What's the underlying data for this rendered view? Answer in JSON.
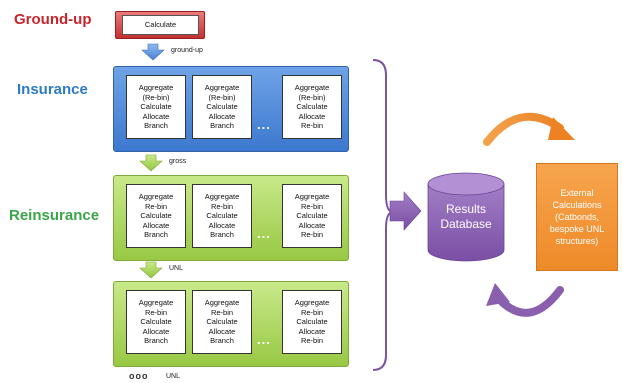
{
  "labels": {
    "ground_up": "Ground-up",
    "insurance": "Insurance",
    "reinsurance": "Reinsurance"
  },
  "colors": {
    "ground_up": "#c8252b",
    "insurance": "#2e7bc4",
    "reinsurance": "#3aa64a",
    "results_db": "#8a5fae",
    "external": "#f0902f"
  },
  "calculate_box": "Calculate",
  "flows": {
    "ground_up": "ground-up",
    "gross": "gross",
    "unl_1": "UNL",
    "unl_2": "UNL"
  },
  "insurance_cards": [
    [
      "Aggregate",
      "(Re-bin)",
      "Calculate",
      "Allocate",
      "Branch"
    ],
    [
      "Aggregate",
      "(Re-bin)",
      "Calculate",
      "Allocate",
      "Branch"
    ],
    [
      "Aggregate",
      "(Re-bin)",
      "Calculate",
      "Allocate",
      "Re-bin"
    ]
  ],
  "reinsurance_cards_1": [
    [
      "Aggregate",
      "Re-bin",
      "Calculate",
      "Allocate",
      "Branch"
    ],
    [
      "Aggregate",
      "Re-bin",
      "Calculate",
      "Allocate",
      "Branch"
    ],
    [
      "Aggregate",
      "Re-bin",
      "Calculate",
      "Allocate",
      "Re-bin"
    ]
  ],
  "reinsurance_cards_2": [
    [
      "Aggregate",
      "Re-bin",
      "Calculate",
      "Allocate",
      "Branch"
    ],
    [
      "Aggregate",
      "Re-bin",
      "Calculate",
      "Allocate",
      "Branch"
    ],
    [
      "Aggregate",
      "Re-bin",
      "Calculate",
      "Allocate",
      "Re-bin"
    ]
  ],
  "ellipsis": "...",
  "bottom_ellipsis": "ooo",
  "database": {
    "line1": "Results",
    "line2": "Database"
  },
  "external": {
    "lines": [
      "External",
      "Calculations",
      "(Catbonds,",
      "bespoke UNL",
      "structures)"
    ]
  }
}
